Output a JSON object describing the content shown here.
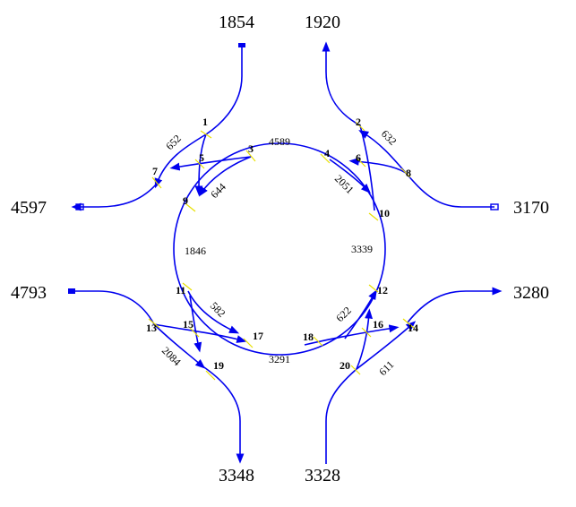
{
  "colors": {
    "road": "#0000ee",
    "node_marker": "#e8e000",
    "text": "#000000"
  },
  "flows": {
    "north_in": "1854",
    "north_out": "1920",
    "west_out": "4597",
    "east_in": "3170",
    "west_in": "4793",
    "east_out": "3280",
    "south_out": "3348",
    "south_in": "3328"
  },
  "ring_flows": {
    "top": "4589",
    "right": "3339",
    "bottom": "3291",
    "left": "1846"
  },
  "turn_flows": {
    "n1": "652",
    "n2": "644",
    "ne1": "632",
    "ne2": "2051",
    "sw1": "582",
    "sw2": "2084",
    "se1": "622",
    "se2": "611"
  },
  "nodes": [
    "1",
    "2",
    "3",
    "4",
    "5",
    "6",
    "7",
    "8",
    "9",
    "10",
    "11",
    "12",
    "13",
    "14",
    "15",
    "16",
    "17",
    "18",
    "19",
    "20"
  ]
}
